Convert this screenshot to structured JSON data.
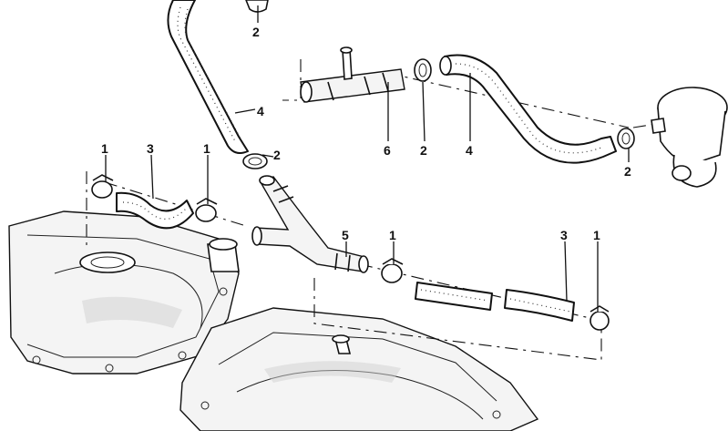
{
  "callouts": [
    {
      "id": "c2a",
      "label": "2"
    },
    {
      "id": "c4a",
      "label": "4"
    },
    {
      "id": "c2b",
      "label": "2"
    },
    {
      "id": "c6",
      "label": "6"
    },
    {
      "id": "c2c",
      "label": "2"
    },
    {
      "id": "c4b",
      "label": "4"
    },
    {
      "id": "c2d",
      "label": "2"
    },
    {
      "id": "c1a",
      "label": "1"
    },
    {
      "id": "c3a",
      "label": "3"
    },
    {
      "id": "c1b",
      "label": "1"
    },
    {
      "id": "c5",
      "label": "5"
    },
    {
      "id": "c1c",
      "label": "1"
    },
    {
      "id": "c3b",
      "label": "3"
    },
    {
      "id": "c1d",
      "label": "1"
    }
  ],
  "colors": {
    "ink": "#111111",
    "background": "#ffffff",
    "shade": "#cfcfcf"
  }
}
